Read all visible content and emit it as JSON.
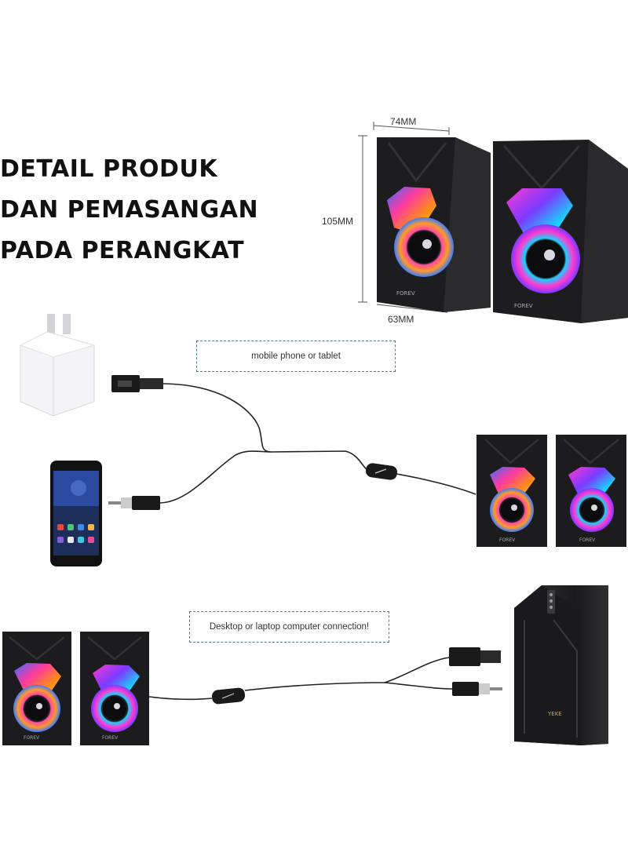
{
  "title": {
    "lines": [
      "DETAIL PRODUK",
      "DAN PEMASANGAN",
      "PADA PERANGKAT"
    ]
  },
  "dimensions": {
    "width_top": "74MM",
    "height": "105MM",
    "depth": "63MM"
  },
  "labels": {
    "mobile": "mobile phone or tablet",
    "desktop": "Desktop or laptop computer connection!"
  },
  "brand": "FOREV",
  "pc_brand": "YEKE",
  "colors": {
    "cable": "#222222",
    "speaker_body": "#1c1c1e",
    "dashed_border": "#4a7f86"
  }
}
